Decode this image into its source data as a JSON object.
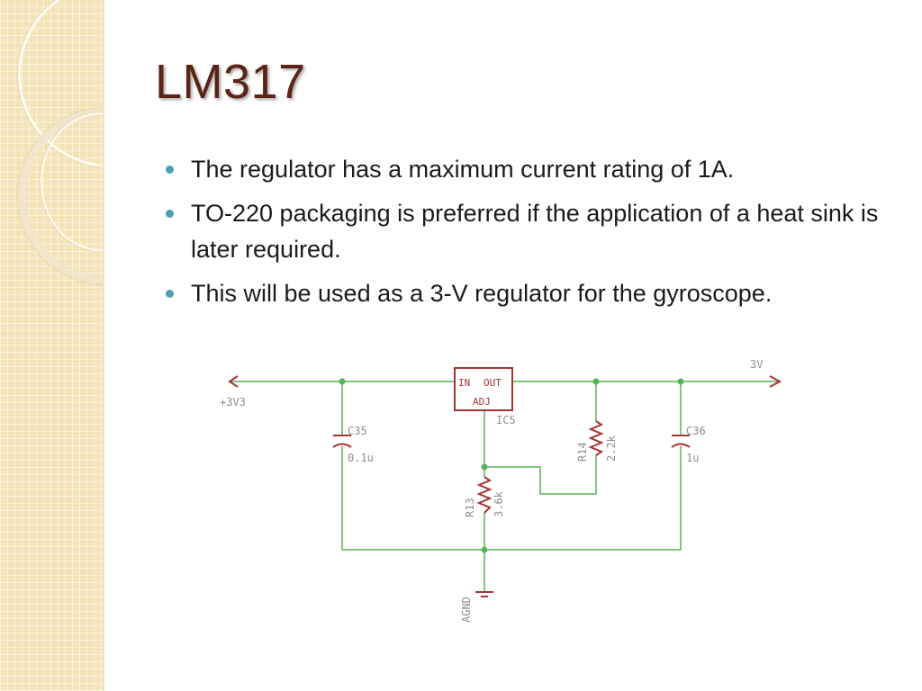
{
  "slide": {
    "title": "LM317",
    "bullets": [
      "The regulator has a maximum current rating of 1A.",
      "TO-220 packaging is preferred if the application of a heat sink is later required.",
      "This will be used as a 3-V regulator for the gyroscope."
    ]
  },
  "schematic": {
    "input_label": "+3V3",
    "output_label": "3V",
    "ic": {
      "name": "IC5",
      "pin_in": "IN",
      "pin_out": "OUT",
      "pin_adj": "ADJ"
    },
    "c35": {
      "name": "C35",
      "value": "0.1u"
    },
    "c36": {
      "name": "C36",
      "value": "1u"
    },
    "r13": {
      "name": "R13",
      "value": "3.6k"
    },
    "r14": {
      "name": "R14",
      "value": "2.2k"
    },
    "ground_label": "AGND"
  },
  "colors": {
    "wire": "#58b258",
    "component": "#a63434",
    "label": "#8e8e8e",
    "title": "#5a2416",
    "bullet_dot": "#4ca0b3",
    "side_panel": "#f3e3b6"
  }
}
